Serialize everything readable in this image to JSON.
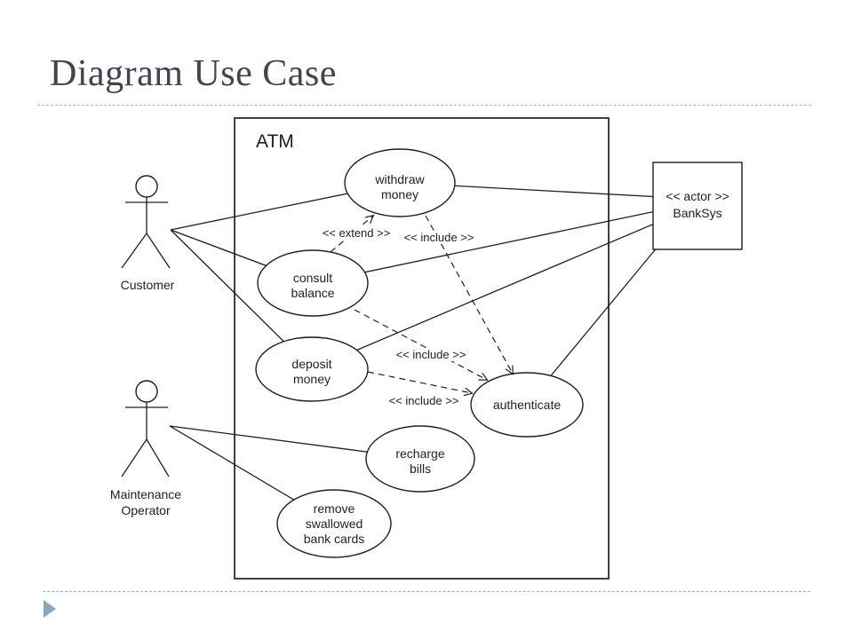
{
  "slide": {
    "title": "Diagram Use Case"
  },
  "diagram": {
    "system_label": "ATM",
    "banksys": {
      "stereotype": "<< actor >>",
      "name": "BankSys"
    },
    "actors": {
      "customer": {
        "label": "Customer"
      },
      "maintenance": {
        "label_line1": "Maintenance",
        "label_line2": "Operator"
      }
    },
    "usecases": {
      "withdraw": {
        "line1": "withdraw",
        "line2": "money"
      },
      "consult": {
        "line1": "consult",
        "line2": "balance"
      },
      "deposit": {
        "line1": "deposit",
        "line2": "money"
      },
      "authenticate": {
        "line1": "authenticate"
      },
      "recharge": {
        "line1": "recharge",
        "line2": "bills"
      },
      "remove": {
        "line1": "remove",
        "line2": "swallowed",
        "line3": "bank cards"
      }
    },
    "labels": {
      "extend": "<< extend >>",
      "include_withdraw_auth": "<< include >>",
      "include_consult_auth": "<< include >>",
      "include_deposit_auth": "<< include >>"
    },
    "relationships": [
      {
        "type": "association",
        "from": "Customer",
        "to": "withdraw money"
      },
      {
        "type": "association",
        "from": "Customer",
        "to": "consult balance"
      },
      {
        "type": "association",
        "from": "Customer",
        "to": "deposit money"
      },
      {
        "type": "association",
        "from": "withdraw money",
        "to": "BankSys"
      },
      {
        "type": "association",
        "from": "consult balance",
        "to": "BankSys"
      },
      {
        "type": "association",
        "from": "deposit money",
        "to": "BankSys"
      },
      {
        "type": "association",
        "from": "authenticate",
        "to": "BankSys"
      },
      {
        "type": "association",
        "from": "Maintenance Operator",
        "to": "recharge bills"
      },
      {
        "type": "association",
        "from": "Maintenance Operator",
        "to": "remove swallowed bank cards"
      },
      {
        "type": "extend",
        "from": "consult balance",
        "to": "withdraw money"
      },
      {
        "type": "include",
        "from": "withdraw money",
        "to": "authenticate"
      },
      {
        "type": "include",
        "from": "consult balance",
        "to": "authenticate"
      },
      {
        "type": "include",
        "from": "deposit money",
        "to": "authenticate"
      }
    ]
  },
  "colors": {
    "background": "#ffffff",
    "title_text": "#3f4551",
    "divider_dash": "#9fb6c4",
    "footer_arrow": "#8ba6c1",
    "diagram_ink": "#1f1f1f"
  }
}
